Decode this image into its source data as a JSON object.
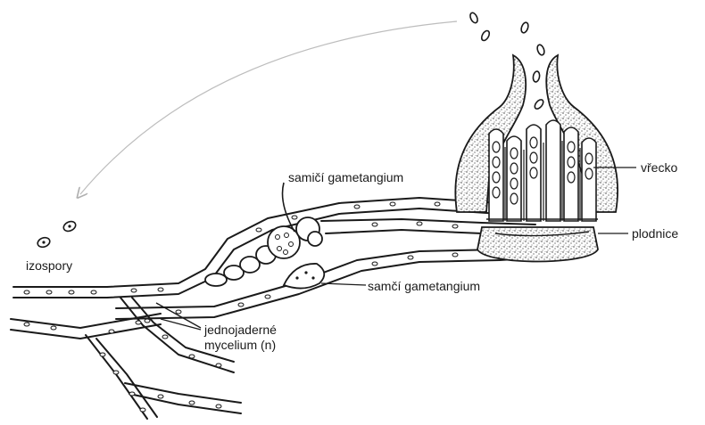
{
  "labels": {
    "izospory": "izospory",
    "samici_gametangium": "samičí gametangium",
    "samci_gametangium": "samčí gametangium",
    "jednojaderne": "jednojaderné",
    "mycelium": "mycelium (n)",
    "vrecko": "vřecko",
    "plodnice": "plodnice"
  },
  "colors": {
    "ink": "#1a1a1a",
    "arrow": "#b8b8b8",
    "background": "#ffffff"
  }
}
